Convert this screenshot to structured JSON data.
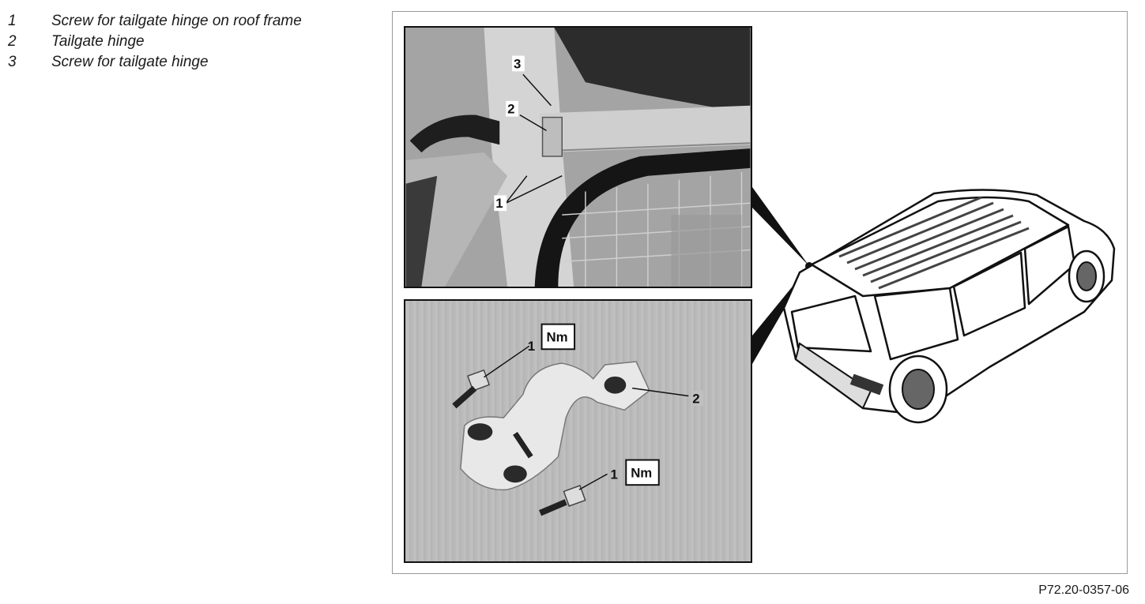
{
  "legend": {
    "items": [
      {
        "num": "1",
        "text": "Screw for tailgate hinge on roof frame"
      },
      {
        "num": "2",
        "text": "Tailgate hinge"
      },
      {
        "num": "3",
        "text": "Screw for tailgate hinge"
      }
    ]
  },
  "figure": {
    "top_photo": {
      "callouts": [
        "3",
        "2",
        "1"
      ]
    },
    "bottom_photo": {
      "callout_1a": "1",
      "callout_1b": "1",
      "callout_2": "2",
      "torque_label": "Nm"
    }
  },
  "reference_code": "P72.20-0357-06"
}
